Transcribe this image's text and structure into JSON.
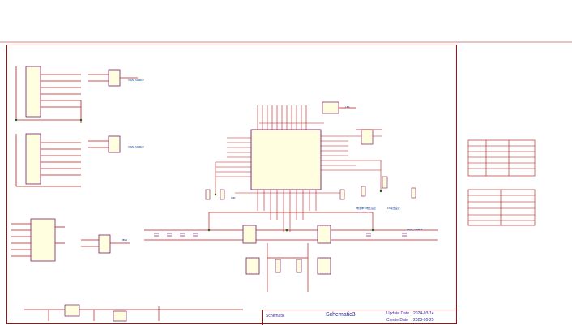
{
  "title_block": {
    "sheet_label": "Schematic",
    "sheet_name": "Schematic3",
    "update_date_label": "Update Date",
    "update_date": "2024-03-14",
    "create_date_label": "Create Date",
    "create_date": "2023-05-25"
  },
  "colors": {
    "frame": "#a01010",
    "wire": "#c01818",
    "component": "#7a1a6a",
    "net_label": "#1a1aa0",
    "junction": "#0a6a0a",
    "table_border": "#b01010"
  },
  "notes": {
    "led_note": "LED",
    "pin_note_1": "电池单节电压设定",
    "pin_note_2": "IO输出设定"
  },
  "net_labels": {
    "vbus_source": "VBUS_SOURCE",
    "gnd": "GND",
    "vbus": "VBUS"
  }
}
